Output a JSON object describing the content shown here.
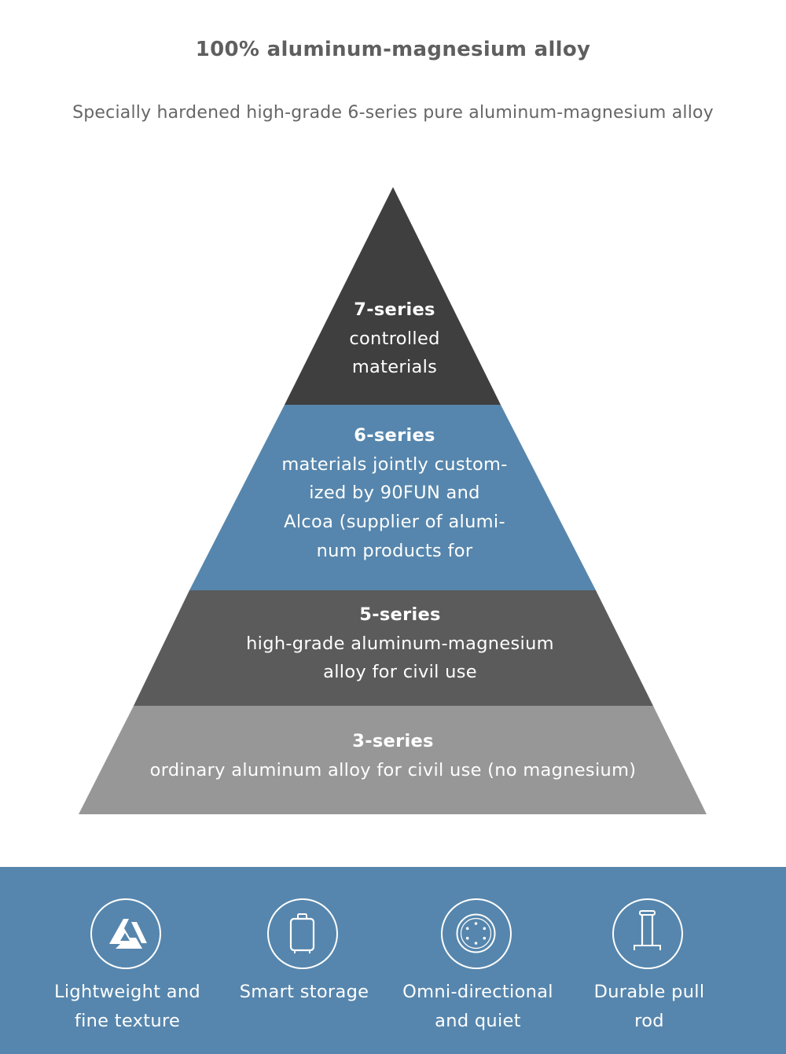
{
  "header": {
    "title": "100% aluminum-magnesium alloy",
    "subtitle": "Specially hardened high-grade 6-series pure aluminum-magnesium alloy"
  },
  "pyramid": {
    "tiers": [
      {
        "heading": "7-series",
        "description": "controlled\nmaterials",
        "color": "#3f3f3f"
      },
      {
        "heading": "6-series",
        "description": "materials jointly custom-\nized by 90FUN and\nAlcoa (supplier of alumi-\nnum products for",
        "color": "#5686ad"
      },
      {
        "heading": "5-series",
        "description": "high-grade aluminum-magnesium\nalloy for civil use",
        "color": "#5b5b5b"
      },
      {
        "heading": "3-series",
        "description": "ordinary aluminum alloy for civil use (no magnesium)",
        "color": "#979797"
      }
    ]
  },
  "features": [
    {
      "icon": "lightweight-logo-icon",
      "label": "Lightweight and\nfine texture"
    },
    {
      "icon": "suitcase-icon",
      "label": "Smart storage"
    },
    {
      "icon": "wheel-icon",
      "label": "Omni-directional\nand quiet"
    },
    {
      "icon": "pull-rod-icon",
      "label": "Durable pull\nrod"
    }
  ],
  "colors": {
    "footer_background": "#5686ad",
    "text_gray": "#5f5f5f"
  }
}
